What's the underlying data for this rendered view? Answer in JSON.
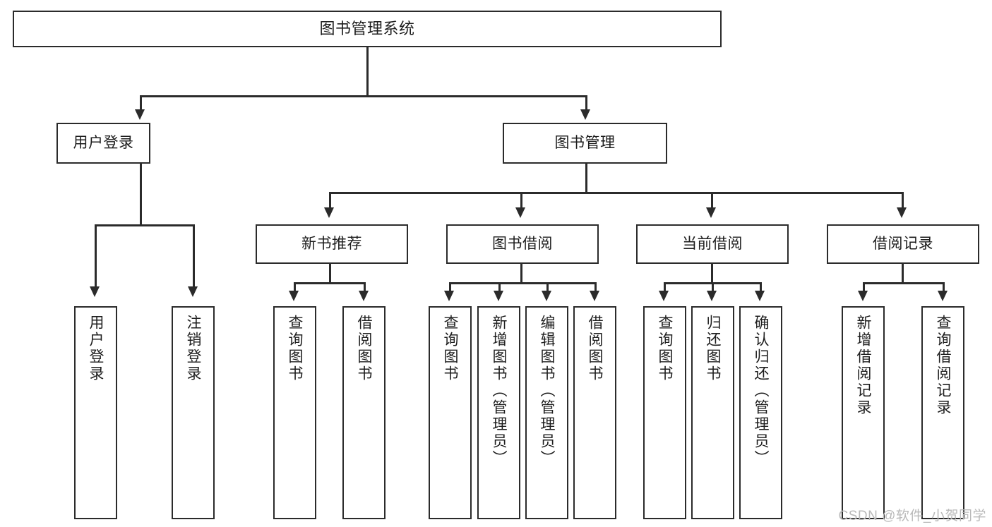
{
  "diagram": {
    "title": "图书管理系统",
    "type": "tree",
    "orientation": "top-down",
    "colors": {
      "box_border": "#2b2b2b",
      "box_fill": "#ffffff",
      "connector": "#2b2b2b",
      "text": "#1d1d1d",
      "watermark": "#b9b9b9",
      "background": "#ffffff"
    },
    "root": {
      "id": "root",
      "label": "图书管理系统",
      "text_direction": "horizontal"
    },
    "level2": [
      {
        "id": "user-login",
        "label": "用户登录",
        "text_direction": "horizontal"
      },
      {
        "id": "book-manage",
        "label": "图书管理",
        "text_direction": "horizontal"
      }
    ],
    "level3": [
      {
        "id": "new-book-recommend",
        "label": "新书推荐",
        "parent": "book-manage",
        "text_direction": "horizontal"
      },
      {
        "id": "book-borrow",
        "label": "图书借阅",
        "parent": "book-manage",
        "text_direction": "horizontal"
      },
      {
        "id": "current-borrow",
        "label": "当前借阅",
        "parent": "book-manage",
        "text_direction": "horizontal"
      },
      {
        "id": "borrow-record",
        "label": "借阅记录",
        "parent": "book-manage",
        "text_direction": "horizontal"
      }
    ],
    "leaves": [
      {
        "id": "leaf-user-login",
        "label": "用户登录",
        "parent": "user-login",
        "text_direction": "vertical"
      },
      {
        "id": "leaf-logout-login",
        "label": "注销登录",
        "parent": "user-login",
        "text_direction": "vertical"
      },
      {
        "id": "leaf-query-book-1",
        "label": "查询图书",
        "parent": "new-book-recommend",
        "text_direction": "vertical"
      },
      {
        "id": "leaf-borrow-book-1",
        "label": "借阅图书",
        "parent": "new-book-recommend",
        "text_direction": "vertical"
      },
      {
        "id": "leaf-query-book-2",
        "label": "查询图书",
        "parent": "book-borrow",
        "text_direction": "vertical"
      },
      {
        "id": "leaf-add-book",
        "label": "新增图书（管理员）",
        "parent": "book-borrow",
        "text_direction": "vertical"
      },
      {
        "id": "leaf-edit-book",
        "label": "编辑图书（管理员）",
        "parent": "book-borrow",
        "text_direction": "vertical"
      },
      {
        "id": "leaf-borrow-book-2",
        "label": "借阅图书",
        "parent": "book-borrow",
        "text_direction": "vertical"
      },
      {
        "id": "leaf-query-book-3",
        "label": "查询图书",
        "parent": "current-borrow",
        "text_direction": "vertical"
      },
      {
        "id": "leaf-return-book",
        "label": "归还图书",
        "parent": "current-borrow",
        "text_direction": "vertical"
      },
      {
        "id": "leaf-confirm-return",
        "label": "确认归还（管理员）",
        "parent": "current-borrow",
        "text_direction": "vertical"
      },
      {
        "id": "leaf-add-record",
        "label": "新增借阅记录",
        "parent": "borrow-record",
        "text_direction": "vertical"
      },
      {
        "id": "leaf-query-record",
        "label": "查询借阅记录",
        "parent": "borrow-record",
        "text_direction": "vertical"
      }
    ]
  },
  "watermark": {
    "text": "CSDN @软件_小贺同学"
  }
}
